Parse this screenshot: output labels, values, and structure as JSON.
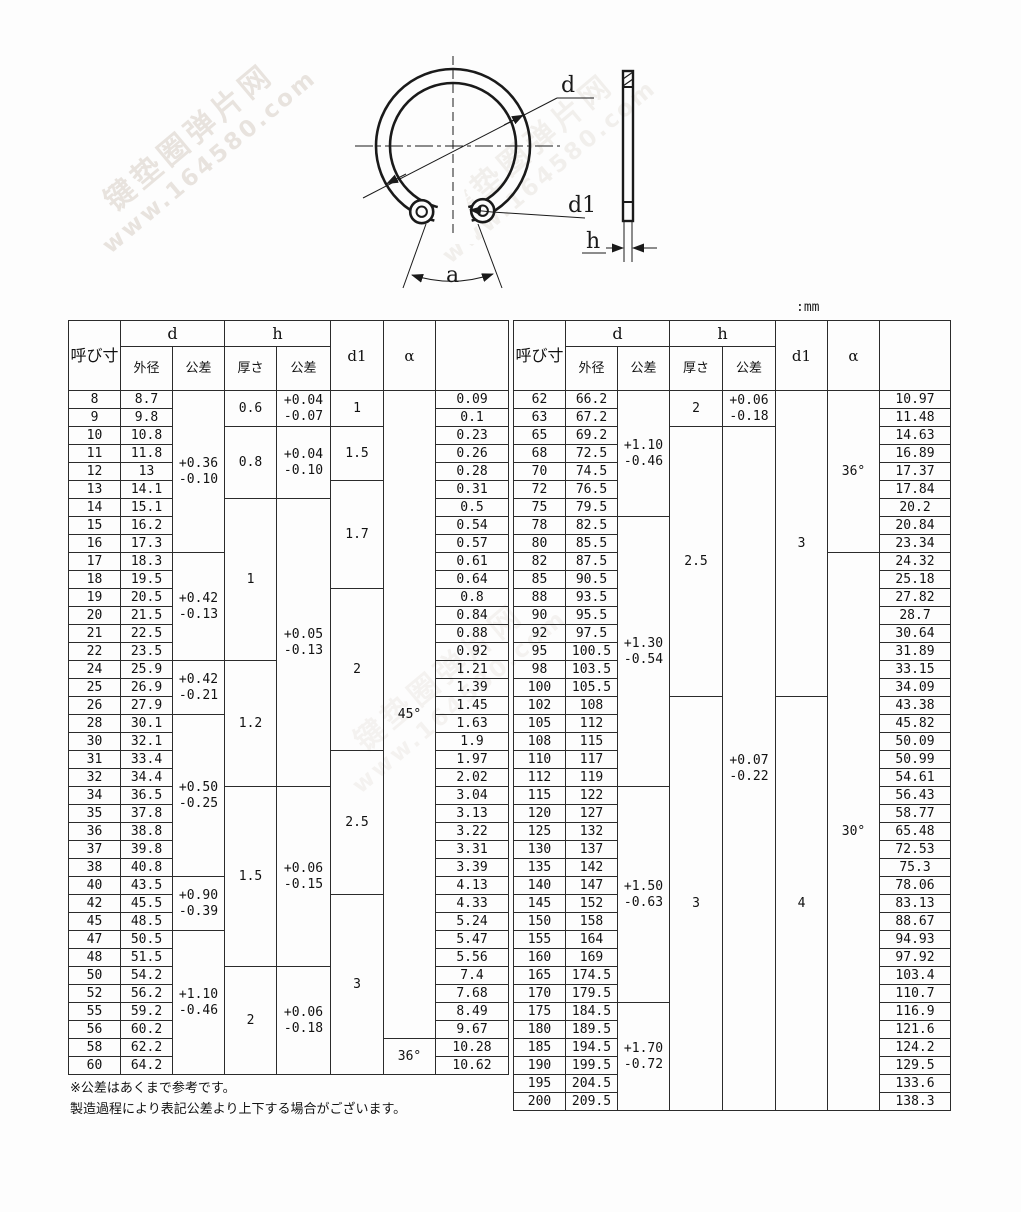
{
  "unit_label": ":mm",
  "watermark": {
    "line1": "键垫圈弹片网",
    "line2": "www.164580.com"
  },
  "diagram": {
    "labels": {
      "d": "d",
      "d1": "d1",
      "h": "h",
      "alpha": "a"
    }
  },
  "table_headers": {
    "nominal": "呼び寸",
    "d_group": "d",
    "h_group": "h",
    "outer": "外径",
    "tolerance": "公差",
    "thickness": "厚さ",
    "d1": "d1",
    "alpha": "α",
    "ref": ""
  },
  "left_table": {
    "rows": [
      [
        "8",
        "8.7",
        "0.09"
      ],
      [
        "9",
        "9.8",
        "0.1"
      ],
      [
        "10",
        "10.8",
        "0.23"
      ],
      [
        "11",
        "11.8",
        "0.26"
      ],
      [
        "12",
        "13",
        "0.28"
      ],
      [
        "13",
        "14.1",
        "0.31"
      ],
      [
        "14",
        "15.1",
        "0.5"
      ],
      [
        "15",
        "16.2",
        "0.54"
      ],
      [
        "16",
        "17.3",
        "0.57"
      ],
      [
        "17",
        "18.3",
        "0.61"
      ],
      [
        "18",
        "19.5",
        "0.64"
      ],
      [
        "19",
        "20.5",
        "0.8"
      ],
      [
        "20",
        "21.5",
        "0.84"
      ],
      [
        "21",
        "22.5",
        "0.88"
      ],
      [
        "22",
        "23.5",
        "0.92"
      ],
      [
        "24",
        "25.9",
        "1.21"
      ],
      [
        "25",
        "26.9",
        "1.39"
      ],
      [
        "26",
        "27.9",
        "1.45"
      ],
      [
        "28",
        "30.1",
        "1.63"
      ],
      [
        "30",
        "32.1",
        "1.9"
      ],
      [
        "31",
        "33.4",
        "1.97"
      ],
      [
        "32",
        "34.4",
        "2.02"
      ],
      [
        "34",
        "36.5",
        "3.04"
      ],
      [
        "35",
        "37.8",
        "3.13"
      ],
      [
        "36",
        "38.8",
        "3.22"
      ],
      [
        "37",
        "39.8",
        "3.31"
      ],
      [
        "38",
        "40.8",
        "3.39"
      ],
      [
        "40",
        "43.5",
        "4.13"
      ],
      [
        "42",
        "45.5",
        "4.33"
      ],
      [
        "45",
        "48.5",
        "5.24"
      ],
      [
        "47",
        "50.5",
        "5.47"
      ],
      [
        "48",
        "51.5",
        "5.56"
      ],
      [
        "50",
        "54.2",
        "7.4"
      ],
      [
        "52",
        "56.2",
        "7.68"
      ],
      [
        "55",
        "59.2",
        "8.49"
      ],
      [
        "56",
        "60.2",
        "9.67"
      ],
      [
        "58",
        "62.2",
        "10.28"
      ],
      [
        "60",
        "64.2",
        "10.62"
      ]
    ],
    "merges": {
      "d_tol": [
        {
          "span": 9,
          "text": "+0.36\n-0.10"
        },
        {
          "span": 6,
          "text": "+0.42\n-0.13"
        },
        {
          "span": 3,
          "text": "+0.42\n-0.21"
        },
        {
          "span": 9,
          "text": "+0.50\n-0.25"
        },
        {
          "span": 3,
          "text": "+0.90\n-0.39"
        },
        {
          "span": 8,
          "text": "+1.10\n-0.46"
        }
      ],
      "thickness": [
        {
          "span": 2,
          "text": "0.6"
        },
        {
          "span": 4,
          "text": "0.8"
        },
        {
          "span": 9,
          "text": "1"
        },
        {
          "span": 7,
          "text": "1.2"
        },
        {
          "span": 10,
          "text": "1.5"
        },
        {
          "span": 6,
          "text": "2"
        }
      ],
      "h_tol": [
        {
          "span": 2,
          "text": "+0.04\n-0.07"
        },
        {
          "span": 4,
          "text": "+0.04\n-0.10"
        },
        {
          "span": 16,
          "text": "+0.05\n-0.13"
        },
        {
          "span": 10,
          "text": "+0.06\n-0.15"
        },
        {
          "span": 6,
          "text": "+0.06\n-0.18"
        }
      ],
      "d1": [
        {
          "span": 2,
          "text": "1"
        },
        {
          "span": 3,
          "text": "1.5"
        },
        {
          "span": 6,
          "text": "1.7"
        },
        {
          "span": 9,
          "text": "2"
        },
        {
          "span": 8,
          "text": "2.5"
        },
        {
          "span": 10,
          "text": "3"
        }
      ],
      "alpha": [
        {
          "span": 36,
          "text": "45°"
        },
        {
          "span": 2,
          "text": "36°"
        }
      ]
    }
  },
  "right_table": {
    "rows": [
      [
        "62",
        "66.2",
        "10.97"
      ],
      [
        "63",
        "67.2",
        "11.48"
      ],
      [
        "65",
        "69.2",
        "14.63"
      ],
      [
        "68",
        "72.5",
        "16.89"
      ],
      [
        "70",
        "74.5",
        "17.37"
      ],
      [
        "72",
        "76.5",
        "17.84"
      ],
      [
        "75",
        "79.5",
        "20.2"
      ],
      [
        "78",
        "82.5",
        "20.84"
      ],
      [
        "80",
        "85.5",
        "23.34"
      ],
      [
        "82",
        "87.5",
        "24.32"
      ],
      [
        "85",
        "90.5",
        "25.18"
      ],
      [
        "88",
        "93.5",
        "27.82"
      ],
      [
        "90",
        "95.5",
        "28.7"
      ],
      [
        "92",
        "97.5",
        "30.64"
      ],
      [
        "95",
        "100.5",
        "31.89"
      ],
      [
        "98",
        "103.5",
        "33.15"
      ],
      [
        "100",
        "105.5",
        "34.09"
      ],
      [
        "102",
        "108",
        "43.38"
      ],
      [
        "105",
        "112",
        "45.82"
      ],
      [
        "108",
        "115",
        "50.09"
      ],
      [
        "110",
        "117",
        "50.99"
      ],
      [
        "112",
        "119",
        "54.61"
      ],
      [
        "115",
        "122",
        "56.43"
      ],
      [
        "120",
        "127",
        "58.77"
      ],
      [
        "125",
        "132",
        "65.48"
      ],
      [
        "130",
        "137",
        "72.53"
      ],
      [
        "135",
        "142",
        "75.3"
      ],
      [
        "140",
        "147",
        "78.06"
      ],
      [
        "145",
        "152",
        "83.13"
      ],
      [
        "150",
        "158",
        "88.67"
      ],
      [
        "155",
        "164",
        "94.93"
      ],
      [
        "160",
        "169",
        "97.92"
      ],
      [
        "165",
        "174.5",
        "103.4"
      ],
      [
        "170",
        "179.5",
        "110.7"
      ],
      [
        "175",
        "184.5",
        "116.9"
      ],
      [
        "180",
        "189.5",
        "121.6"
      ],
      [
        "185",
        "194.5",
        "124.2"
      ],
      [
        "190",
        "199.5",
        "129.5"
      ],
      [
        "195",
        "204.5",
        "133.6"
      ],
      [
        "200",
        "209.5",
        "138.3"
      ]
    ],
    "merges": {
      "d_tol": [
        {
          "span": 7,
          "text": "+1.10\n-0.46"
        },
        {
          "span": 15,
          "text": "+1.30\n-0.54"
        },
        {
          "span": 12,
          "text": "+1.50\n-0.63"
        },
        {
          "span": 6,
          "text": "+1.70\n-0.72"
        }
      ],
      "thickness": [
        {
          "span": 2,
          "text": "2"
        },
        {
          "span": 15,
          "text": "2.5"
        },
        {
          "span": 23,
          "text": "3"
        }
      ],
      "h_tol": [
        {
          "span": 2,
          "text": "+0.06\n-0.18"
        },
        {
          "span": 38,
          "text": "+0.07\n-0.22"
        }
      ],
      "d1": [
        {
          "span": 17,
          "text": "3"
        },
        {
          "span": 23,
          "text": "4"
        }
      ],
      "alpha": [
        {
          "span": 9,
          "text": "36°"
        },
        {
          "span": 31,
          "text": "30°"
        }
      ]
    }
  },
  "notes": [
    "※公差はあくまで参考です。",
    "製造過程により表記公差より上下する場合がございます。"
  ]
}
